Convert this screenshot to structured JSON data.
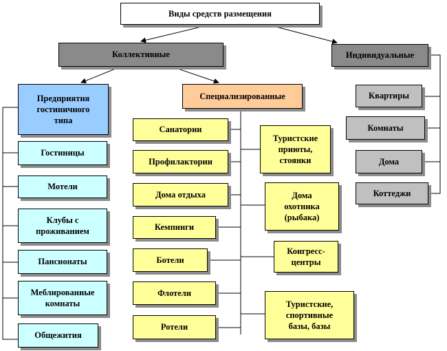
{
  "root": {
    "label": "Виды средств размещения"
  },
  "categories": {
    "collective": {
      "label": "Коллективные",
      "color": "#8a8a8a"
    },
    "individual": {
      "label": "Индивидуальные",
      "color": "#8a8a8a"
    }
  },
  "collective_groups": {
    "hotel_type": {
      "label": "Предприятия\nгостиничного\nтипа",
      "color": "#99ccff",
      "items": [
        "Гостиницы",
        "Мотели",
        "Клубы с\nпроживанием",
        "Пансионаты",
        "Меблированные\nкомнаты",
        "Общежития"
      ],
      "item_color": "#ccffff"
    },
    "specialized": {
      "label": "Специализированные",
      "color": "#ffcc99",
      "items_left": [
        "Санатории",
        "Профилактории",
        "Дома отдыха",
        "Кемпинги",
        "Ботели",
        "Флотели",
        "Ротели"
      ],
      "items_right": [
        "Туристские\nприюты,\nстоянки",
        "Дома\nохотника\n(рыбака)",
        "Конгресс-\nцентры",
        "Туристские,\nспортивные\nбазы, базы"
      ],
      "item_color": "#ffff99"
    }
  },
  "individual_items": {
    "items": [
      "Квартиры",
      "Комнаты",
      "Дома",
      "Коттеджи"
    ],
    "color": "#c0c0c0"
  }
}
